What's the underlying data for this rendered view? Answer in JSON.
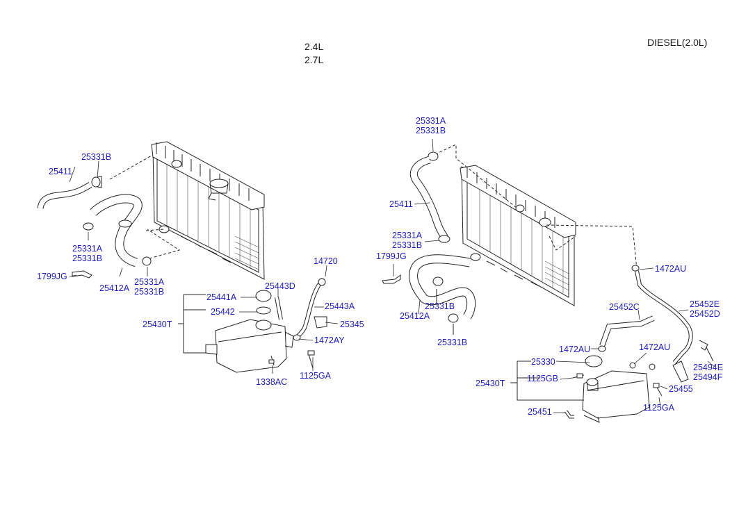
{
  "headers": {
    "engine_line1": "2.4L",
    "engine_line2": "2.7L",
    "diesel": "DIESEL(2.0L)"
  },
  "colors": {
    "part_link": "#1c1ccc",
    "drawing_line": "#222222",
    "header_text": "#1a1a1a"
  },
  "left_assembly": {
    "labels": {
      "upper_hose_clamp": "25331B",
      "upper_hose": "25411",
      "clamp_a": "25331A",
      "clamp_b": "25331B",
      "bracket": "1799JG",
      "lower_hose": "25412A",
      "lower_clamp_a": "25331A",
      "lower_clamp_b": "25331B",
      "overflow_hose_top": "14720",
      "cap": "25441A",
      "hose_short": "25443D",
      "gasket": "25442",
      "hose_long": "25443A",
      "reservoir": "25430T",
      "clip": "25345",
      "clamp_ay": "1472AY",
      "bolt_ac": "1338AC",
      "bolt_ga": "1125GA"
    }
  },
  "right_assembly": {
    "labels": {
      "top_clamp_a": "25331A",
      "top_clamp_b": "25331B",
      "upper_hose": "25411",
      "clamp_a": "25331A",
      "clamp_b": "25331B",
      "bracket": "1799JG",
      "lower_hose": "25412A",
      "mid_clamp": "25331B",
      "bottom_clamp": "25331B",
      "clamp_au_top": "1472AU",
      "hose_c": "25452C",
      "hose_e": "25452E",
      "hose_d": "25452D",
      "clamp_au_mid": "1472AU",
      "clamp_au_right": "1472AU",
      "cap": "25330",
      "bolt_gb": "1125GB",
      "reservoir": "25430T",
      "pipe_e": "25494E",
      "pipe_f": "25494F",
      "sensor": "25455",
      "bolt_ga": "1125GA",
      "hose_small": "25451"
    }
  }
}
